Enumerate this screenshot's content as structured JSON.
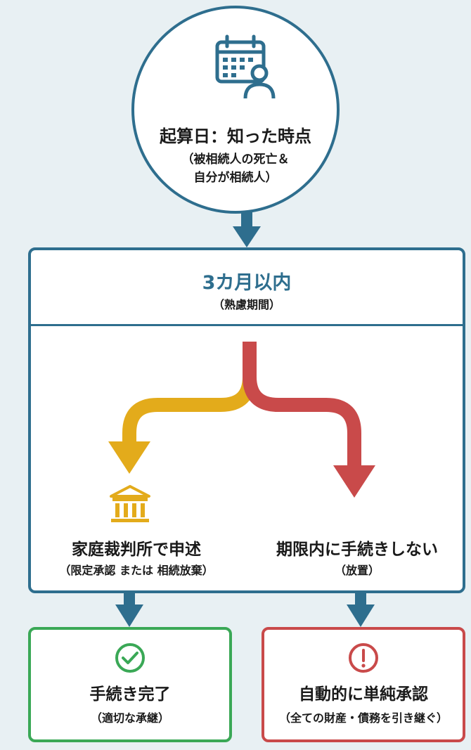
{
  "start": {
    "title": "起算日：知った時点",
    "subtitle_line1": "（被相続人の死亡＆",
    "subtitle_line2": "自分が相続人）",
    "icon": "calendar-person-icon"
  },
  "period": {
    "title": "3カ月以内",
    "subtitle": "（熟慮期間）"
  },
  "left_branch": {
    "title": "家庭裁判所で申述",
    "subtitle": "（限定承認 または 相続放棄）",
    "icon": "courthouse-icon",
    "color": "#e3ab1b"
  },
  "right_branch": {
    "title": "期限内に手続きしない",
    "subtitle": "（放置）",
    "color": "#c94a4a"
  },
  "result_left": {
    "title": "手続き完了",
    "subtitle": "（適切な承継）",
    "icon": "check-circle-icon",
    "color": "#3aa856"
  },
  "result_right": {
    "title": "自動的に単純承認",
    "subtitle": "（全ての財産・債務を引き継ぐ）",
    "icon": "exclamation-circle-icon",
    "color": "#c94a4a"
  },
  "accent": "#2e6e8e"
}
